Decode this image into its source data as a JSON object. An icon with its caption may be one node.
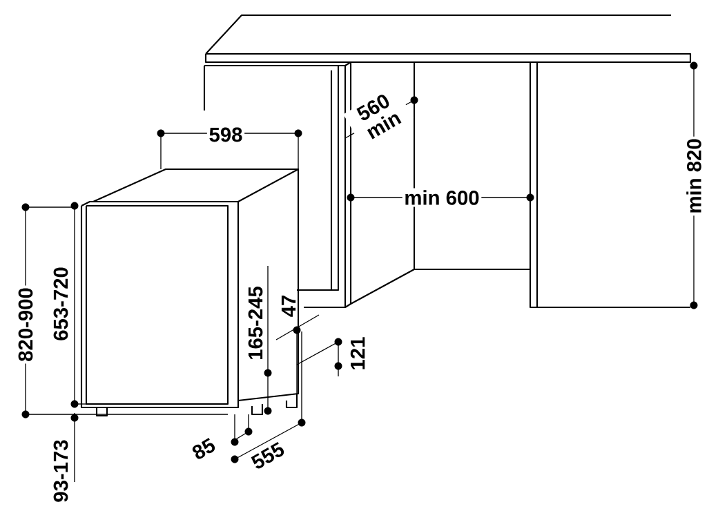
{
  "diagram": {
    "labels": [
      "598",
      "560 min",
      "min 600",
      "min 820",
      "820-900",
      "653-720",
      "165-245",
      "47",
      "121",
      "85",
      "555",
      "93-173"
    ]
  }
}
